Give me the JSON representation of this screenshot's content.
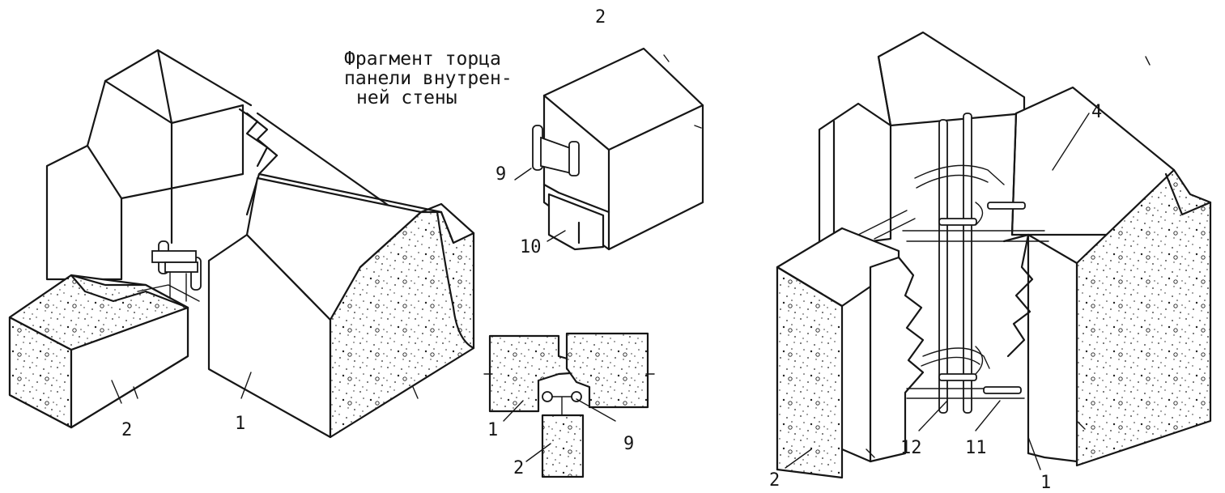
{
  "caption": {
    "line1": "Фрагмент торца",
    "line2": "панели внутрен-",
    "line3": "ней стены"
  },
  "labels": {
    "left_panel_2": "2",
    "left_panel_1": "1",
    "fragment_2": "2",
    "fragment_9": "9",
    "fragment_10": "10",
    "plan_1": "1",
    "plan_2": "2",
    "plan_9": "9",
    "right_2": "2",
    "right_12": "12",
    "right_11": "11",
    "right_1": "1",
    "right_4": "4"
  }
}
